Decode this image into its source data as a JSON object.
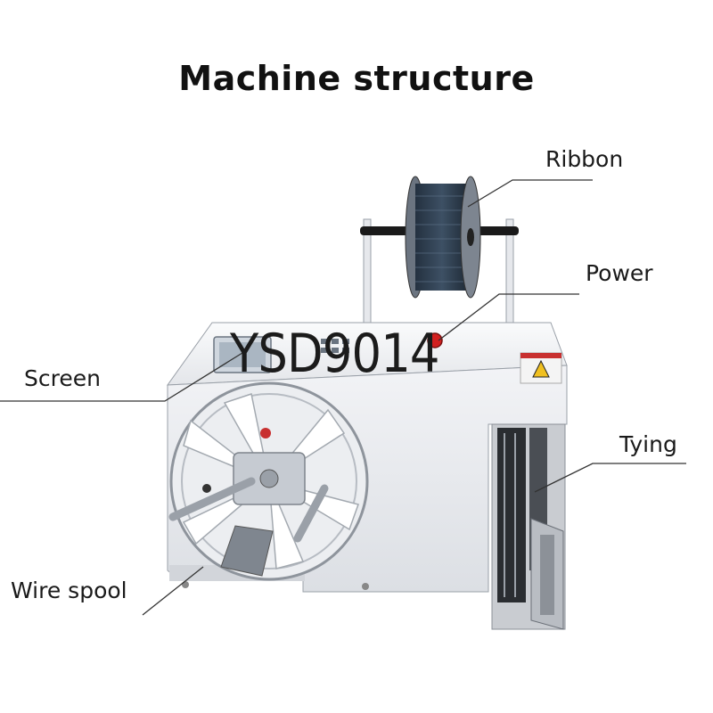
{
  "title": "Machine structure",
  "model_text": "YSD9014",
  "labels": {
    "ribbon": "Ribbon",
    "power": "Power",
    "screen": "Screen",
    "tying": "Tying",
    "wire_spool": "Wire spool"
  },
  "colors": {
    "machine_body": "#e8eaee",
    "spool_ribbon": "#2e3c4c",
    "power_button": "#d22020",
    "leader_line": "#333333"
  }
}
